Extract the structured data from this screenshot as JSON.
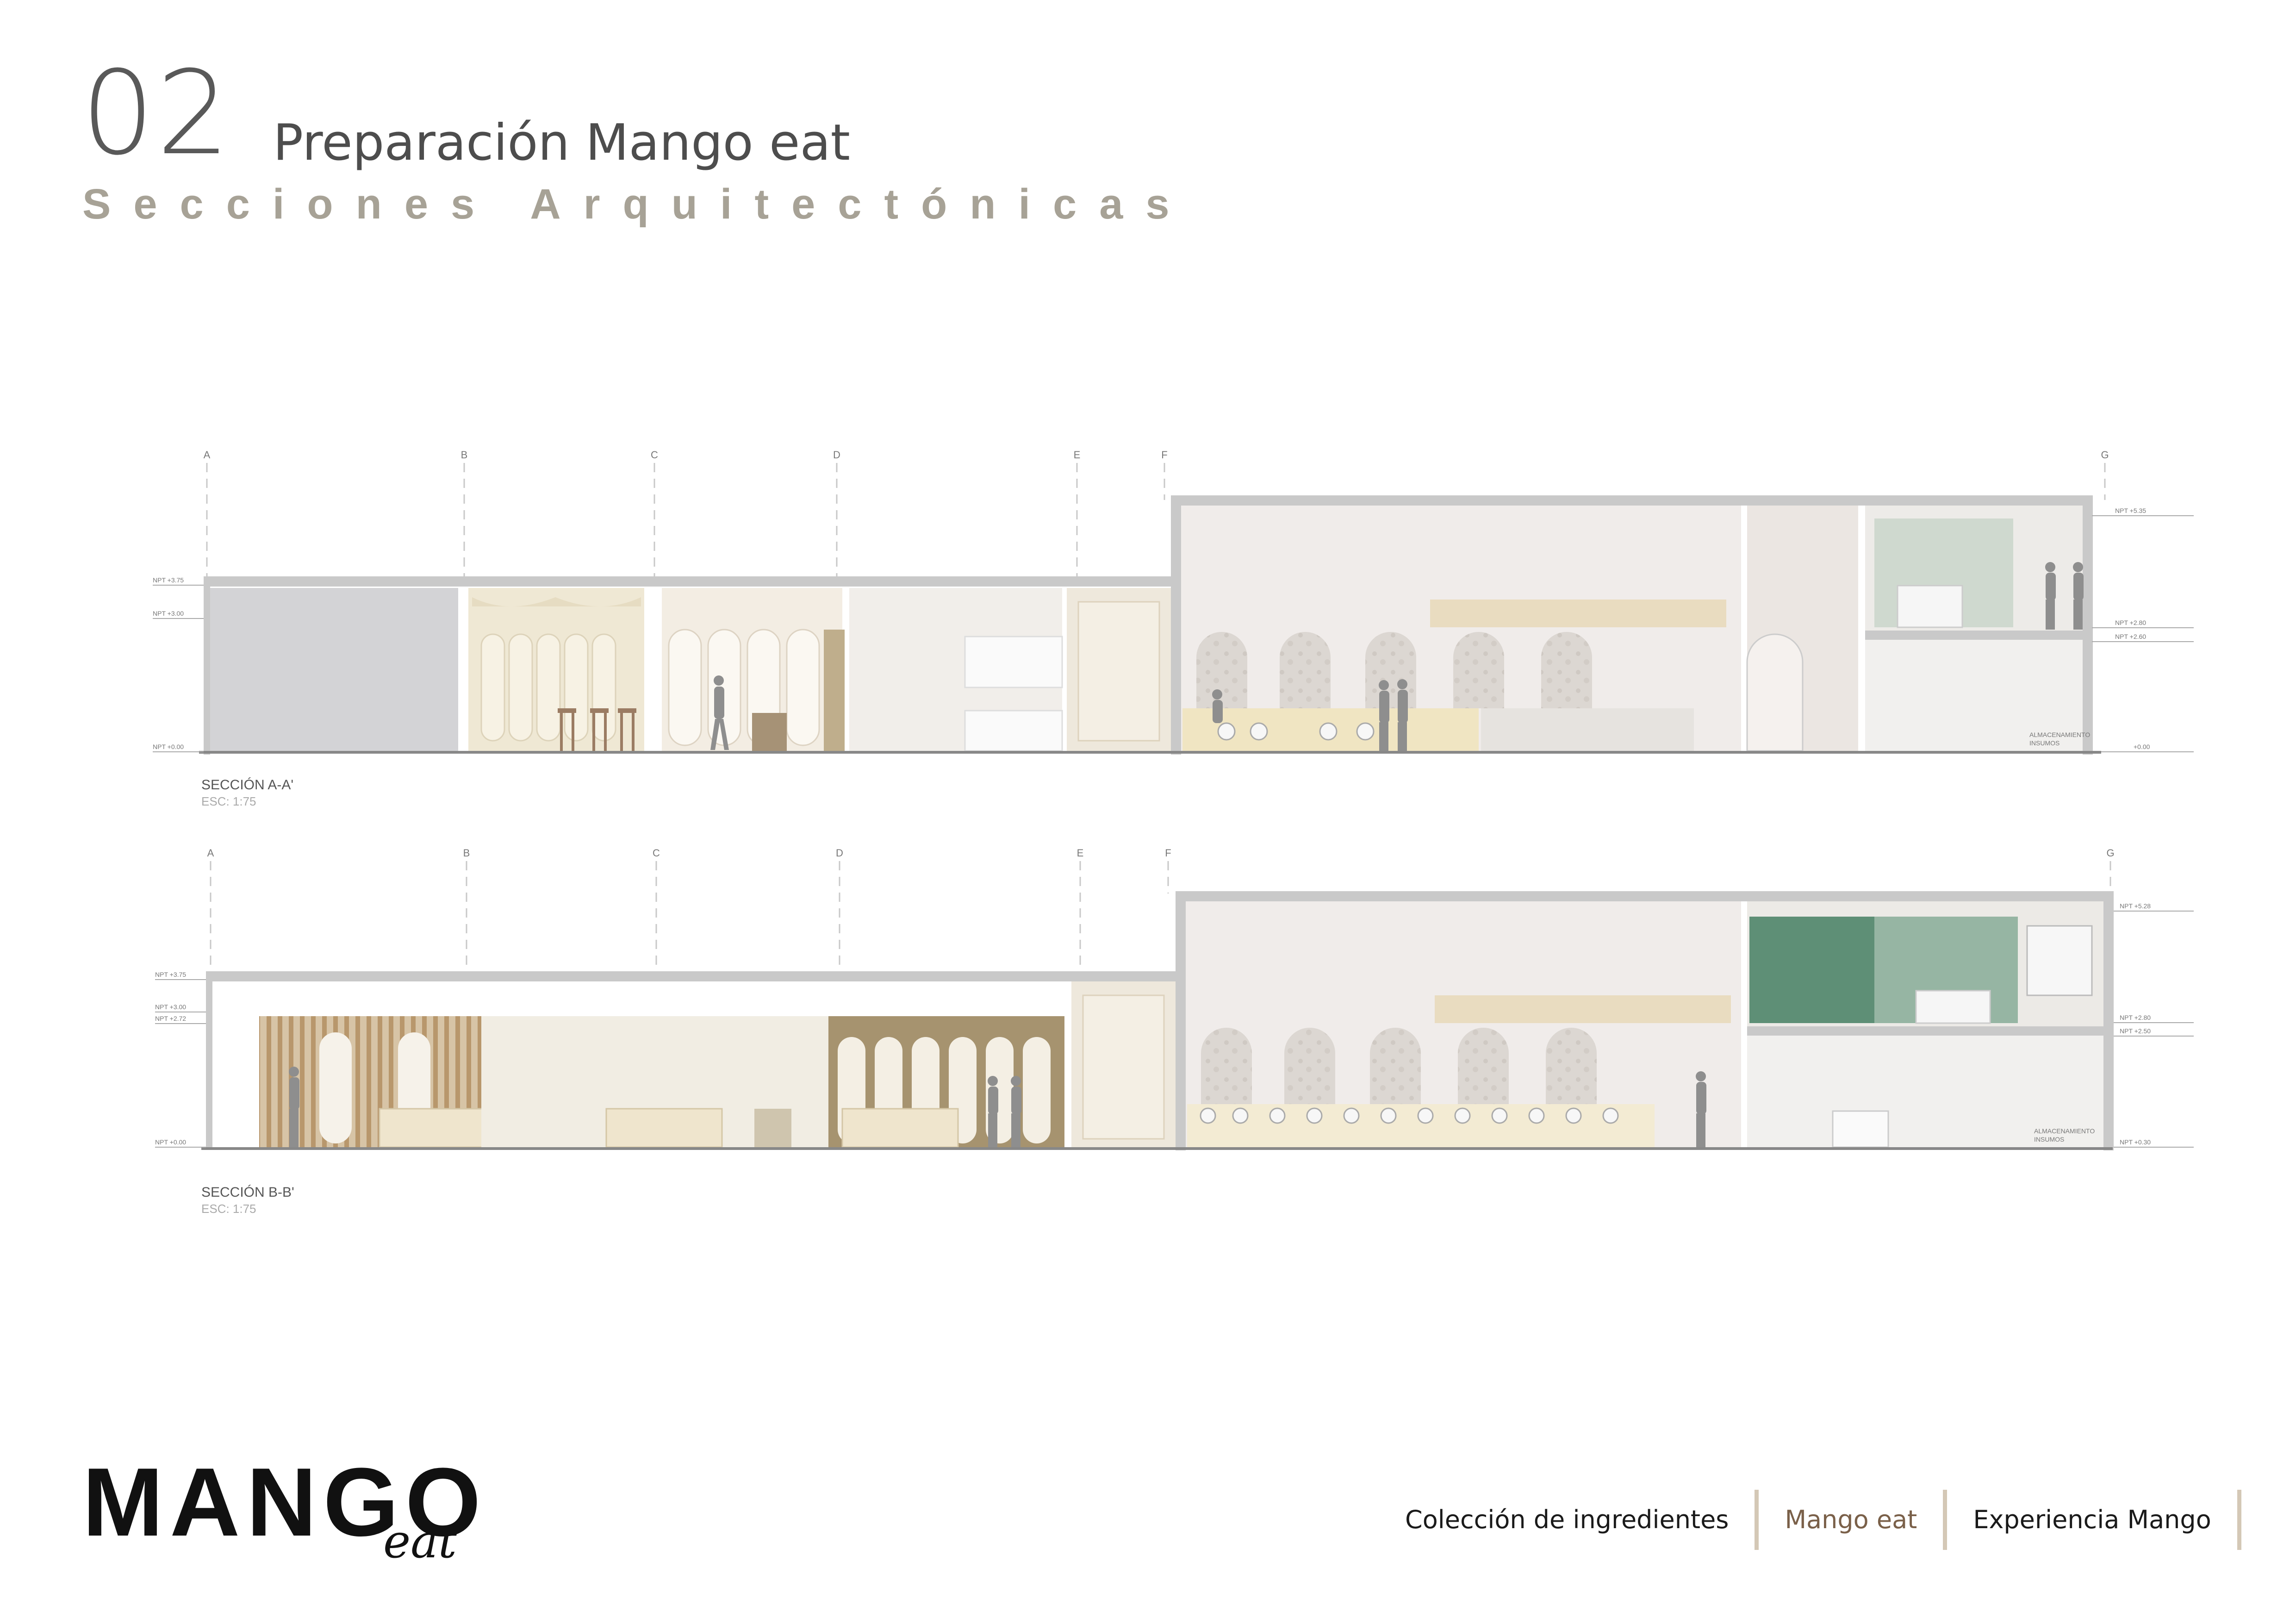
{
  "header": {
    "section_number": "02",
    "title": "Preparación Mango eat",
    "subtitle": "Secciones Arquitectónicas"
  },
  "drawings": [
    {
      "title": "SECCIÓN A-A'",
      "scale": "ESC: 1:75",
      "grid_axes": [
        "A",
        "B",
        "C",
        "D",
        "E",
        "F",
        "G"
      ],
      "levels_left": [
        "NPT +3.75",
        "NPT +3.00",
        "NPT +0.00"
      ],
      "levels_right": [
        "NPT +5.35",
        "NPT +2.80",
        "NPT +2.60",
        "+0.00"
      ],
      "room_label_lines": [
        "ALMACENAMIENTO",
        "INSUMOS"
      ]
    },
    {
      "title": "SECCIÓN B-B'",
      "scale": "ESC: 1:75",
      "grid_axes": [
        "A",
        "B",
        "C",
        "D",
        "E",
        "F",
        "G"
      ],
      "levels_left": [
        "NPT +3.75",
        "NPT +3.00",
        "NPT +2.72",
        "NPT +0.00"
      ],
      "levels_right": [
        "NPT +5.28",
        "NPT +2.80",
        "NPT +2.50",
        "NPT +0.30"
      ],
      "room_label_lines": [
        "ALMACENAMIENTO",
        "INSUMOS"
      ]
    }
  ],
  "brand": {
    "logo_text": "MANGO",
    "logo_script": "eat"
  },
  "nav": {
    "items": [
      "Colección de ingredientes",
      "Mango eat",
      "Experiencia  Mango"
    ],
    "active_index": 1
  },
  "colors": {
    "accent": "#a7a296",
    "nav_separator": "#d4c8b6",
    "active_nav": "#7a6049",
    "green_panel": "#5e8f76",
    "wood": "#b8976c"
  }
}
